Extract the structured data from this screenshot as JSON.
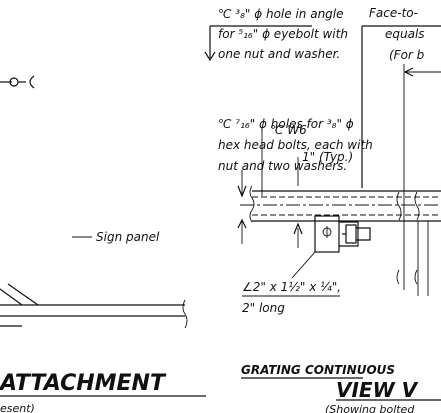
{
  "notes": {
    "eyebolt_line1": "℃ ³₈\" ϕ hole in angle",
    "eyebolt_line2": "for ⁵₁₆\" ϕ eyebolt with",
    "eyebolt_line3": "one nut and washer.",
    "holes_line1": "℃ ⁷₁₆\" ϕ holes for ³₈\" ϕ",
    "holes_line2": "hex head bolts, each with",
    "holes_line3": "nut and two washers.",
    "sign_panel": "Sign panel",
    "face_line1": "Face-to-",
    "face_line2": "equals",
    "face_line3": "(For b",
    "w6": "℃ W6",
    "typ": "1\" (Typ.)",
    "angle_line1": "∠2\" x 1½\" x ¼\",",
    "angle_line2": "2\" long"
  },
  "titles": {
    "attachment": "ATTACHMENT",
    "attachment_sub": "esent)",
    "grating": "GRATING CONTINUOUS",
    "view": "VIEW V",
    "view_sub": "(Showing bolted"
  }
}
